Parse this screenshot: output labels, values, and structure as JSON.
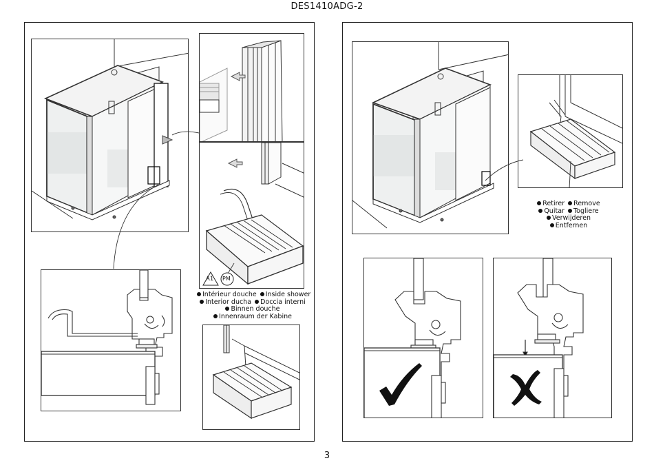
{
  "header": {
    "doc_code": "DES1410ADG-2"
  },
  "footer": {
    "page_number": "3"
  },
  "left_panel": {
    "badges": {
      "a1": "A1",
      "pm": "PM"
    },
    "caption": {
      "fr": "Intérieur douche",
      "en": "Inside shower",
      "es": "Interior ducha",
      "it": "Doccia interni",
      "nl": "Binnen douche",
      "de": "Innenraum der Kabine"
    }
  },
  "right_panel": {
    "caption": {
      "fr": "Retirer",
      "en": "Remove",
      "es": "Quitar",
      "it": "Togliere",
      "nl": "Verwijderen",
      "de": "Entfernen"
    },
    "correct_mark": "check-icon",
    "wrong_mark": "cross-icon"
  }
}
